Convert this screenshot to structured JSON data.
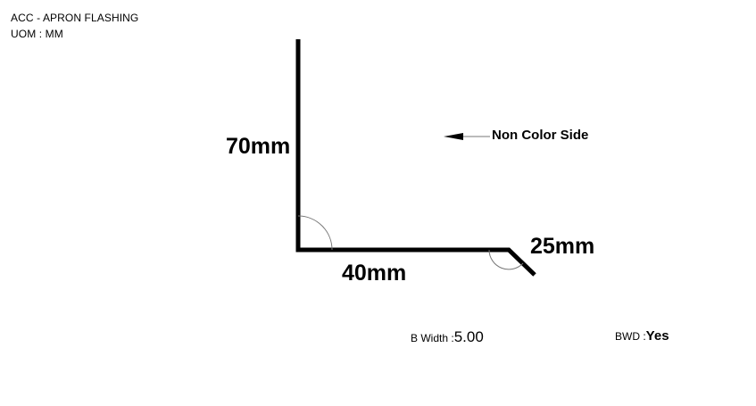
{
  "header": {
    "title": "ACC - APRON FLASHING",
    "uom": "UOM : MM"
  },
  "dimensions": {
    "vertical": "70mm",
    "bottom": "40mm",
    "angled": "25mm"
  },
  "annotation": {
    "side_label": "Non Color Side"
  },
  "fields": {
    "b_width_label": "B Width :",
    "b_width_value": "5.00",
    "bwd_label": "BWD :",
    "bwd_value": "Yes"
  },
  "colors": {
    "line": "#000000",
    "arc": "#777777",
    "background": "#ffffff"
  }
}
